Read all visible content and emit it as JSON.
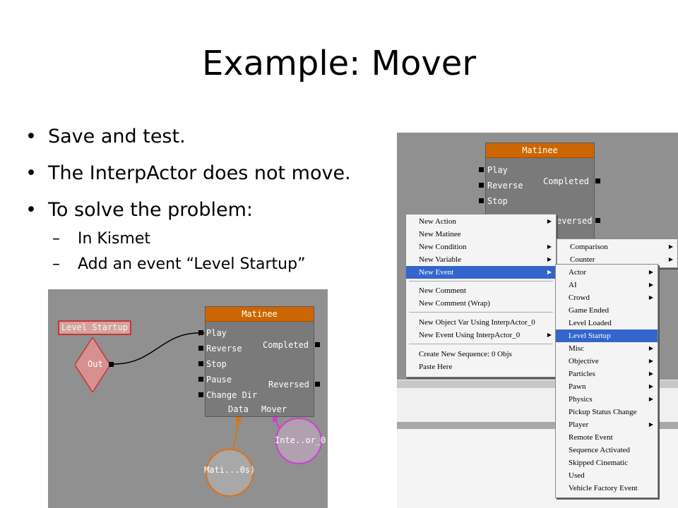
{
  "slide": {
    "title": "Example: Mover",
    "bullets": [
      "Save and test.",
      "The InterpActor does not move.",
      "To solve the problem:"
    ],
    "sub_bullets": [
      "In Kismet",
      "Add an event “Level Startup”"
    ],
    "bullet_glyph": "•",
    "dash_glyph": "–"
  },
  "left_shot": {
    "event_label": "Level Startup",
    "event_out": "Out",
    "node_title": "Matinee",
    "inputs": [
      "Play",
      "Reverse",
      "Stop",
      "Pause",
      "Change Dir"
    ],
    "outputs": [
      "Completed",
      "Reversed"
    ],
    "bottom": [
      "Data",
      "Mover"
    ],
    "var_data": "Mati...0s)",
    "var_mover": "Inte..or_0"
  },
  "right_shot": {
    "node_title": "Matinee",
    "inputs": [
      "Play",
      "Reverse",
      "Stop"
    ],
    "outputs": [
      "Completed",
      "eversed"
    ],
    "menu1": [
      "New Action",
      "New Matinee",
      "New Condition",
      "New Variable",
      "New Event",
      "New Comment",
      "New Comment (Wrap)",
      "New Object Var Using InterpActor_0",
      "New Event Using InterpActor_0",
      "Create New Sequence: 0 Objs",
      "Paste Here"
    ],
    "menu2": [
      "Comparison",
      "Counter"
    ],
    "menu3": [
      "Actor",
      "AI",
      "Crowd",
      "Game Ended",
      "Level Loaded",
      "Level Startup",
      "Misc",
      "Objective",
      "Particles",
      "Pawn",
      "Physics",
      "Pickup Status Change",
      "Player",
      "Remote Event",
      "Sequence Activated",
      "Skipped Cinematic",
      "Used",
      "Vehicle Factory Event"
    ],
    "submenu_arrow": "▶"
  },
  "colors": {
    "canvas": "#909090",
    "node_header": "#cc6600",
    "node_body": "#7a7a7a",
    "event_red": "#c03838",
    "menu_highlight": "#3366cc",
    "data_orange": "#e07010",
    "mover_magenta": "#d040d0"
  }
}
